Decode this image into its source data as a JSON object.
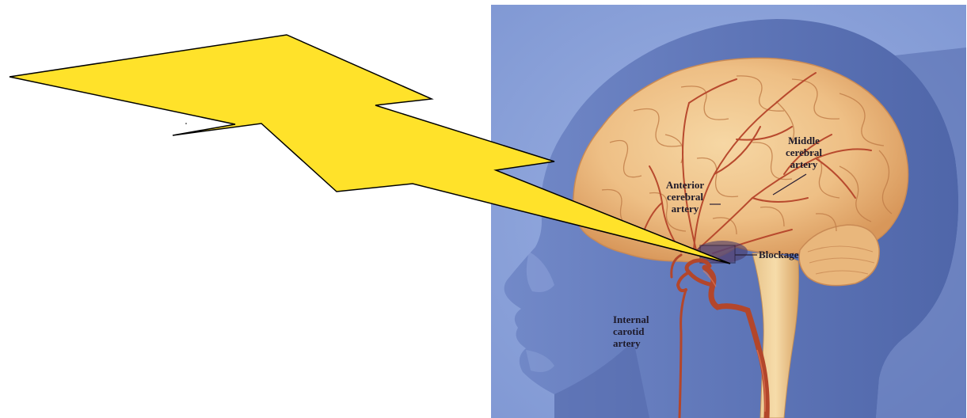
{
  "colors": {
    "background": "#ffffff",
    "head_blue": "#6f87c9",
    "brain_tan": "#eec48c",
    "artery_red": "#b84a2e",
    "bolt_yellow": "#ffe22a"
  },
  "icons": {
    "bolt": "lightning-bolt-icon"
  },
  "labels": {
    "middle_cerebral": [
      "Middle",
      "cerebral",
      "artery"
    ],
    "anterior_cerebral": [
      "Anterior",
      "cerebral",
      "artery"
    ],
    "blockage": "Blockage",
    "internal_carotid": [
      "Internal",
      "carotid",
      "artery"
    ]
  }
}
